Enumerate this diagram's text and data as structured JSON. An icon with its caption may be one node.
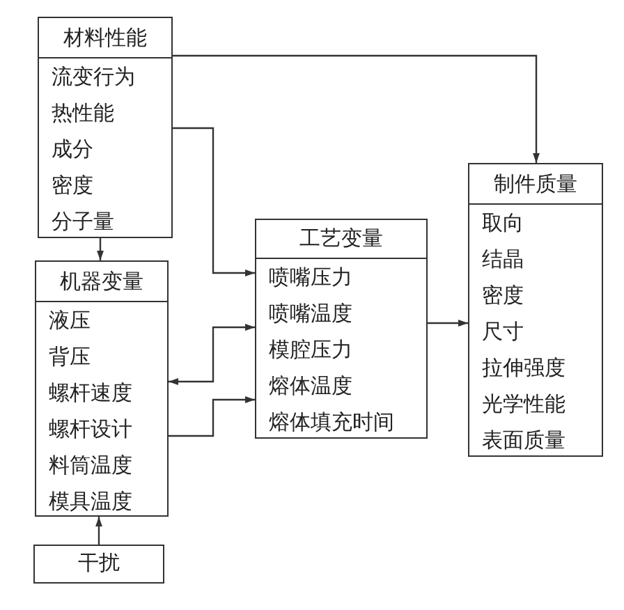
{
  "diagram": {
    "nodes": [
      {
        "text": [
          "材料性能",
          "流变行为",
          "热性能",
          "成分",
          "密度",
          "分子量"
        ]
      },
      {
        "text": [
          "机器变量",
          "液压",
          "背压",
          "螺杆速度",
          "螺杆设计",
          "料筒温度",
          "模具温度"
        ]
      },
      {
        "text": [
          "干扰"
        ]
      },
      {
        "text": [
          "工艺变量",
          "喷嘴压力",
          "喷嘴温度",
          "模腔压力",
          "熔体温度",
          "熔体填充时间"
        ]
      },
      {
        "text": [
          "制件质量",
          "取向",
          "结晶",
          "密度",
          "尺寸",
          "拉伸强度",
          "光学性能",
          "表面质量"
        ]
      }
    ],
    "edges": [
      {
        "from": 0,
        "to": 4,
        "arrow": "to"
      },
      {
        "from": 0,
        "to": 3,
        "arrow": "to"
      },
      {
        "from": 0,
        "to": 1,
        "arrow": "to"
      },
      {
        "from": 3,
        "to": 1,
        "arrow": "both"
      },
      {
        "from": 1,
        "to": 3,
        "arrow": "to"
      },
      {
        "from": 3,
        "to": 4,
        "arrow": "to"
      },
      {
        "from": 2,
        "to": 1,
        "arrow": "to"
      }
    ]
  }
}
